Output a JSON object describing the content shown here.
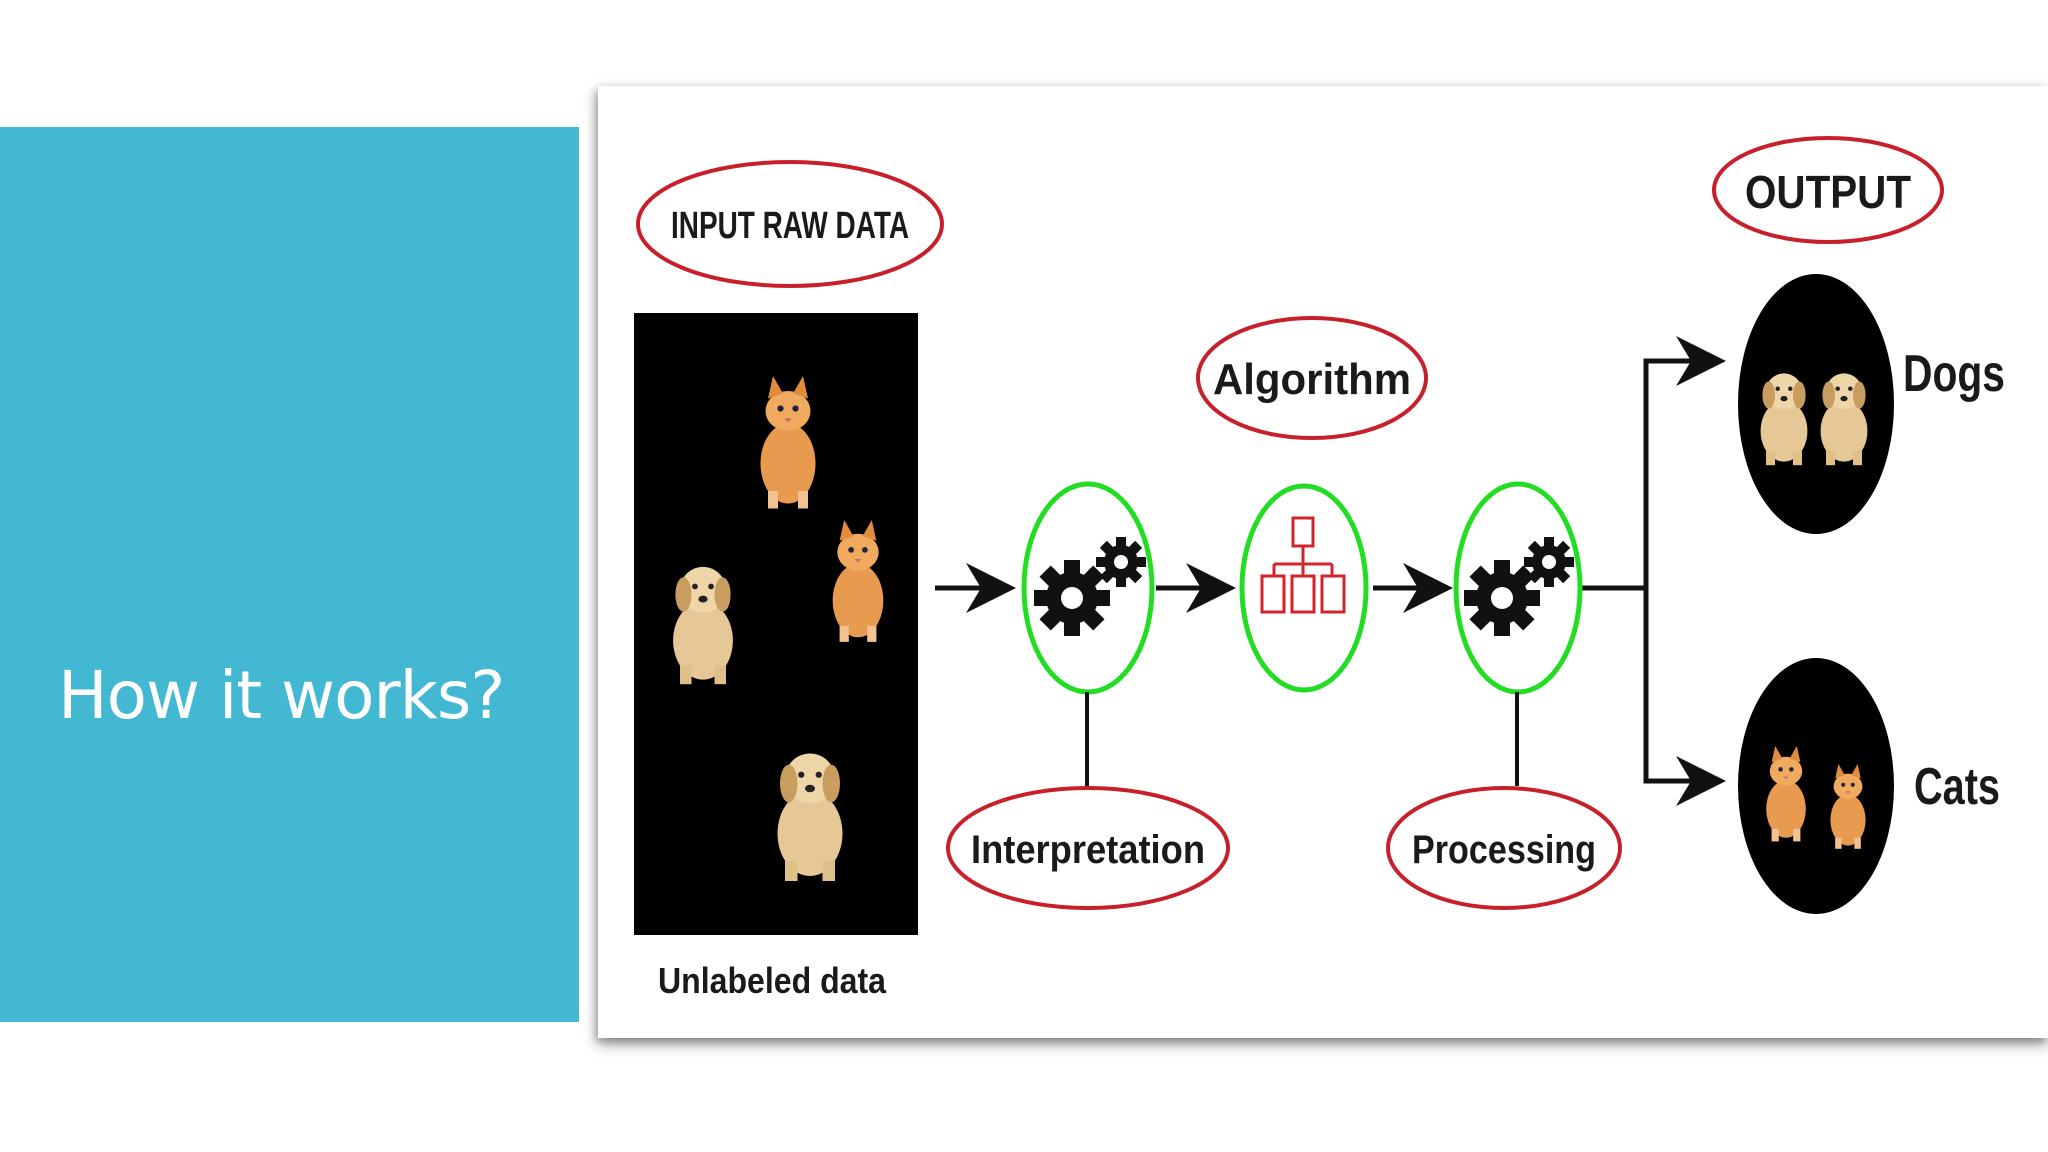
{
  "slide": {
    "title": "How it works?"
  },
  "diagram": {
    "input_label": "INPUT RAW DATA",
    "input_caption": "Unlabeled data",
    "algorithm_label": "Algorithm",
    "output_label": "OUTPUT",
    "step1_label": "Interpretation",
    "step3_label": "Processing",
    "output_dogs": "Dogs",
    "output_cats": "Cats"
  },
  "colors": {
    "panel": "#42b8d2",
    "oval_outline": "#c8202a",
    "stage_outline": "#22dd22",
    "algorithm_icon": "#d0252c"
  },
  "icons": {
    "input_image": "dogs-and-cats-photo",
    "step1": "gears-icon",
    "step2": "hierarchy-icon",
    "step3": "gears-icon",
    "dogs": "dogs-photo",
    "cats": "cats-photo"
  }
}
